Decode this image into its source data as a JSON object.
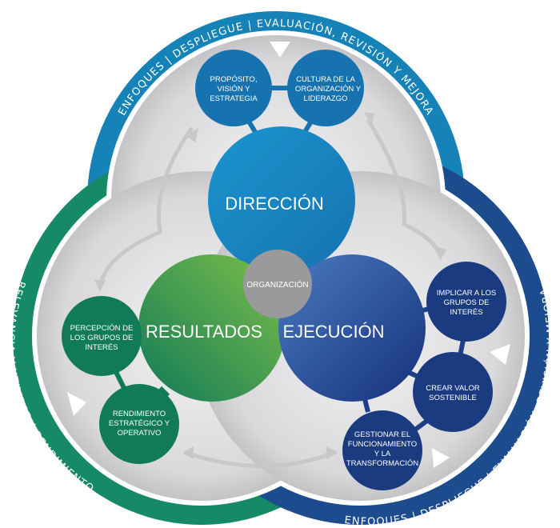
{
  "bands": {
    "top": "ENFOQUES | DESPLIEGUE | EVALUACIÓN, REVISIÓN Y MEJORA",
    "left": "RELEVANCIA Y UTILIDAD | RENDIMIENTO",
    "right": "ENFOQUES | DESPLIEGUE | EVALUACIÓN, REVISIÓN Y MEJORA"
  },
  "core": {
    "direccion": "DIRECCIÓN",
    "ejecucion": "EJECUCIÓN",
    "resultados": "RESULTADOS",
    "organizacion": "ORGANIZACIÓN"
  },
  "criteria": {
    "proposito": [
      "PROPÓSITO,",
      "VISIÓN Y",
      "ESTRATEGIA"
    ],
    "cultura": [
      "CULTURA DE LA",
      "ORGANIZACIÓN   Y",
      "LIDERAZGO"
    ],
    "implicar": [
      "IMPLICAR A LOS",
      "GRUPOS DE",
      "INTERÉS"
    ],
    "crear": [
      "CREAR VALOR",
      "SOSTENIBLE"
    ],
    "gestionar": [
      "GESTIONAR EL",
      "FUNCIONAMIENTO",
      "Y LA",
      "TRANSFORMACIÓN"
    ],
    "percepcion": [
      "PERCEPCIÓN DE",
      "LOS GRUPOS DE",
      "INTERÉS"
    ],
    "rendimiento": [
      "RENDIMIENTO",
      "ESTRATÉGICO Y",
      "OPERATIVO"
    ]
  },
  "colors": {
    "direccion": "#1c8cc8",
    "ejecucion": "#1e3f8a",
    "resultados": "#1f8a5a",
    "band_top": "#1583b8",
    "band_left": "#168a66",
    "band_right": "#1d4c8e",
    "organizacion": "#9a9a9c"
  }
}
